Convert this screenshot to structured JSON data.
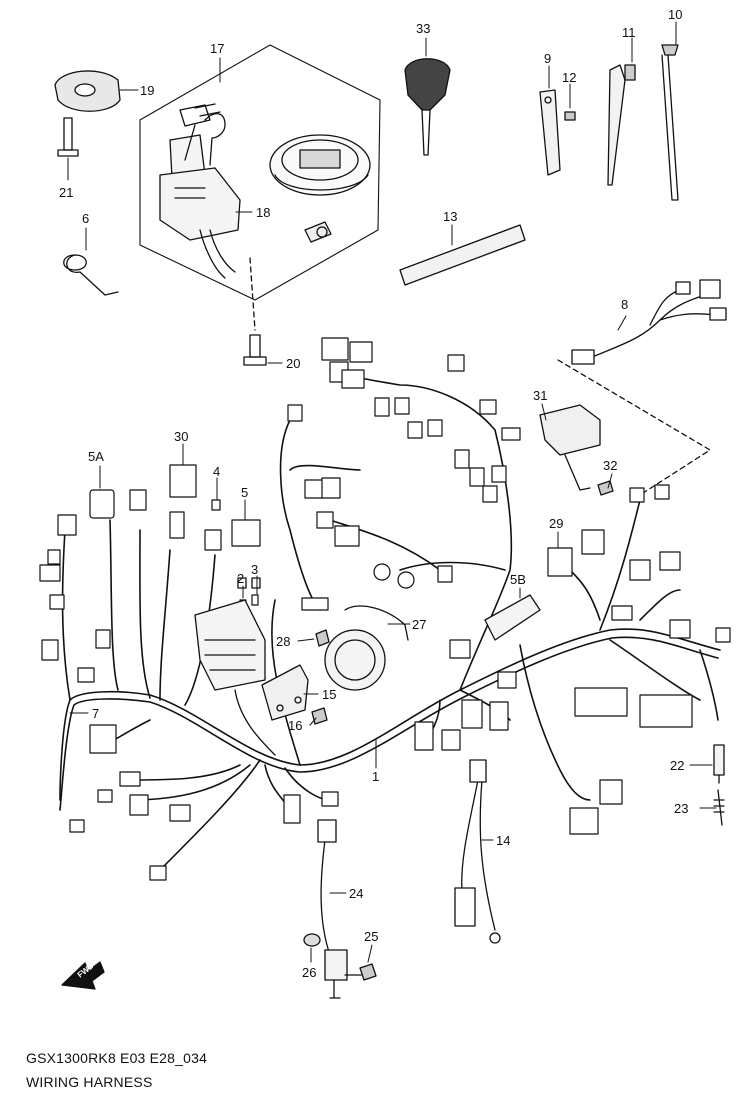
{
  "footer": {
    "code": "GSX1300RK8 E03 E28_034",
    "title": "WIRING HARNESS"
  },
  "fwd_label": "FWD",
  "callouts": {
    "c1": "1",
    "c2": "2",
    "c3": "3",
    "c4": "4",
    "c5": "5",
    "c5a": "5A",
    "c5b": "5B",
    "c6": "6",
    "c7": "7",
    "c8": "8",
    "c9": "9",
    "c10": "10",
    "c11": "11",
    "c12": "12",
    "c13": "13",
    "c14": "14",
    "c15": "15",
    "c16": "16",
    "c17": "17",
    "c18": "18",
    "c19": "19",
    "c20": "20",
    "c21": "21",
    "c22": "22",
    "c23": "23",
    "c24": "24",
    "c25": "25",
    "c26": "26",
    "c27": "27",
    "c28": "28",
    "c29": "29",
    "c30": "30",
    "c31": "31",
    "c32": "32",
    "c33": "33"
  },
  "colors": {
    "ink": "#111111",
    "paper": "#ffffff",
    "fill": "#e8e8e8"
  }
}
